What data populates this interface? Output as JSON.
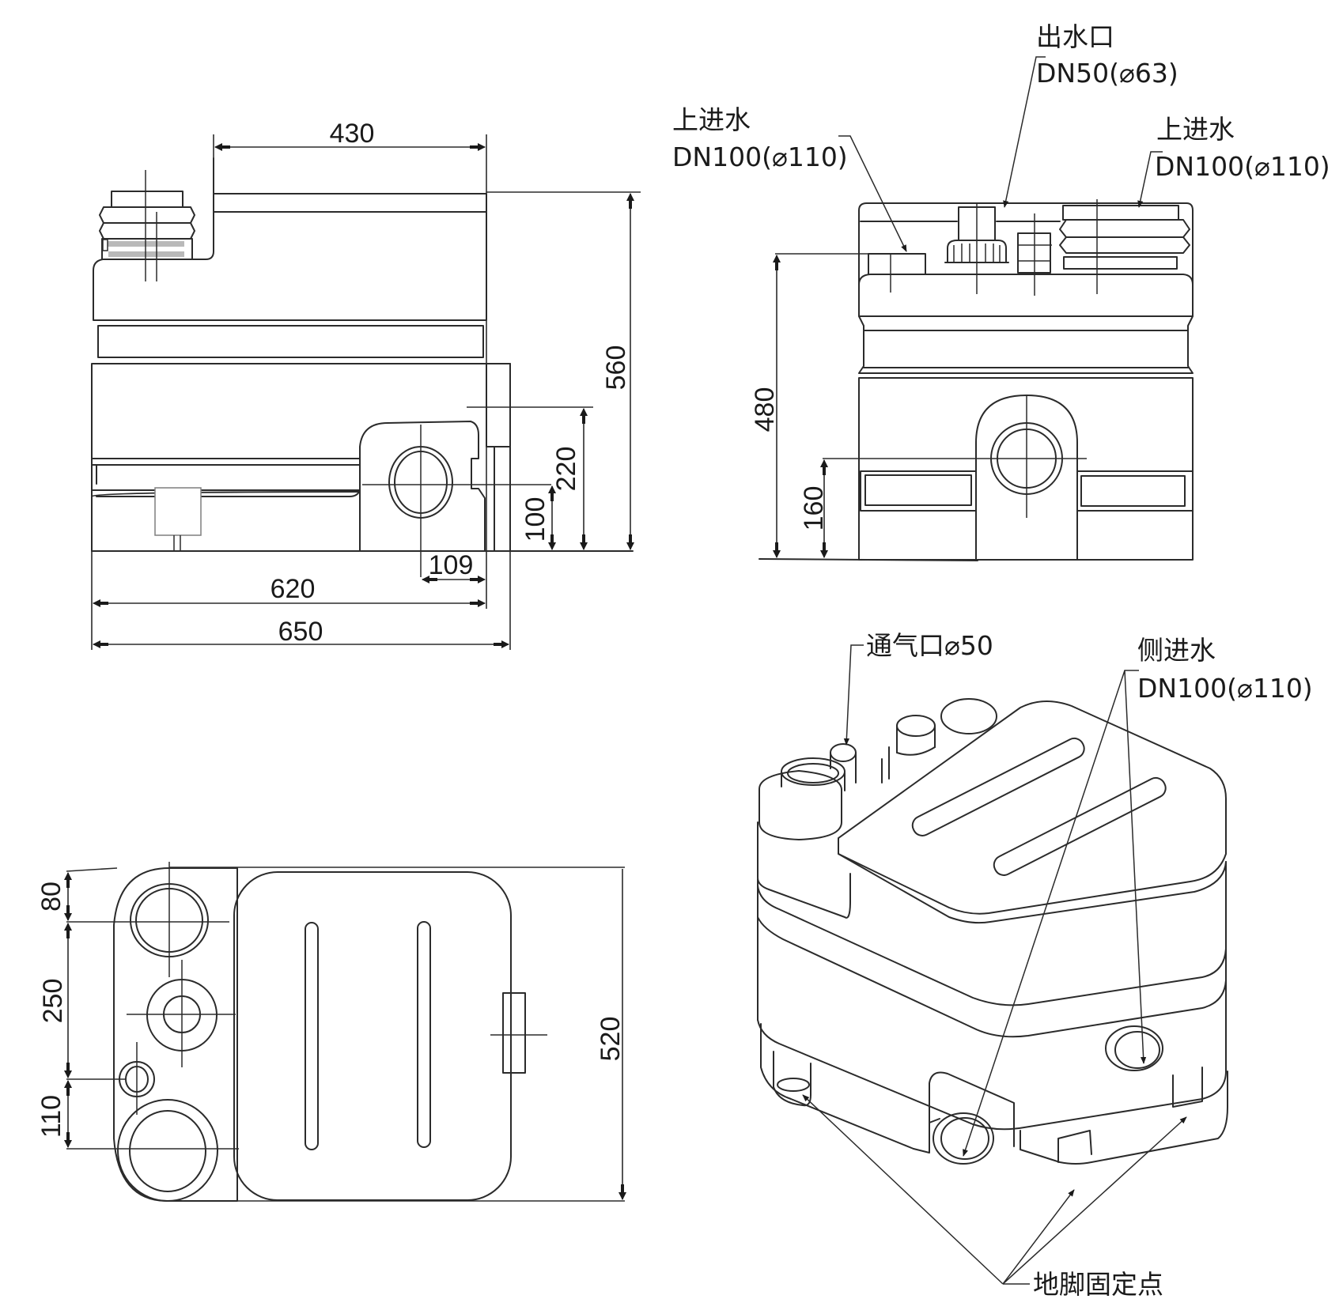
{
  "side_view": {
    "dimensions": {
      "top_length": "430",
      "total_height": "560",
      "inlet_height_220": "220",
      "outlet_height_100": "100",
      "offset_109": "109",
      "body_length_620": "620",
      "overall_length_650": "650"
    }
  },
  "front_view": {
    "labels": {
      "outlet_name": "出水口",
      "outlet_spec": "DN50(⌀63)",
      "top_inlet_left_name": "上进水",
      "top_inlet_left_spec": "DN100(⌀110)",
      "top_inlet_right_name": "上进水",
      "top_inlet_right_spec": "DN100(⌀110)"
    },
    "dimensions": {
      "height_480": "480",
      "height_160": "160"
    }
  },
  "top_view": {
    "dimensions": {
      "d80": "80",
      "d250": "250",
      "d110": "110",
      "d520": "520"
    }
  },
  "iso_view": {
    "labels": {
      "vent_label": "通气口⌀50",
      "side_inlet_name": "侧进水",
      "side_inlet_spec": "DN100(⌀110)",
      "anchor_points": "地脚固定点"
    }
  },
  "colors": {
    "line": "#2b2b2b",
    "fill_grey": "#b9b9b9",
    "background": "#ffffff"
  }
}
